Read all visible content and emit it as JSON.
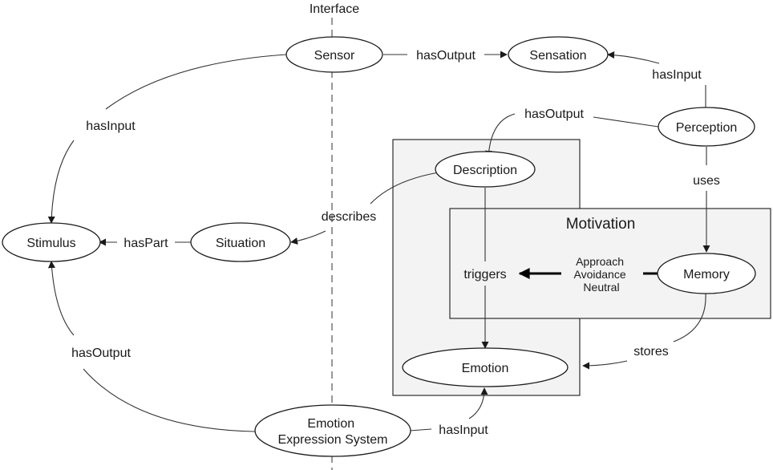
{
  "diagram": {
    "interface_label": "Interface",
    "groups": {
      "description_box": "",
      "motivation_box": "Motivation"
    },
    "nodes": {
      "sensor": "Sensor",
      "sensation": "Sensation",
      "perception": "Perception",
      "description": "Description",
      "stimulus": "Stimulus",
      "situation": "Situation",
      "memory": "Memory",
      "emotion": "Emotion",
      "emotion_expression_system": [
        "Emotion",
        "Expression System"
      ]
    },
    "edges": {
      "sensor_sensation": "hasOutput",
      "perception_sensation": "hasInput",
      "perception_description": "hasOutput",
      "sensor_stimulus": "hasInput",
      "perception_memory": "uses",
      "situation_stimulus": "hasPart",
      "description_situation": "describes",
      "description_emotion": "triggers",
      "memory_triggers": [
        "Approach",
        "Avoidance",
        "Neutral"
      ],
      "memory_emotion": "stores",
      "ees_stimulus": "hasOutput",
      "ees_emotion": "hasInput"
    }
  }
}
